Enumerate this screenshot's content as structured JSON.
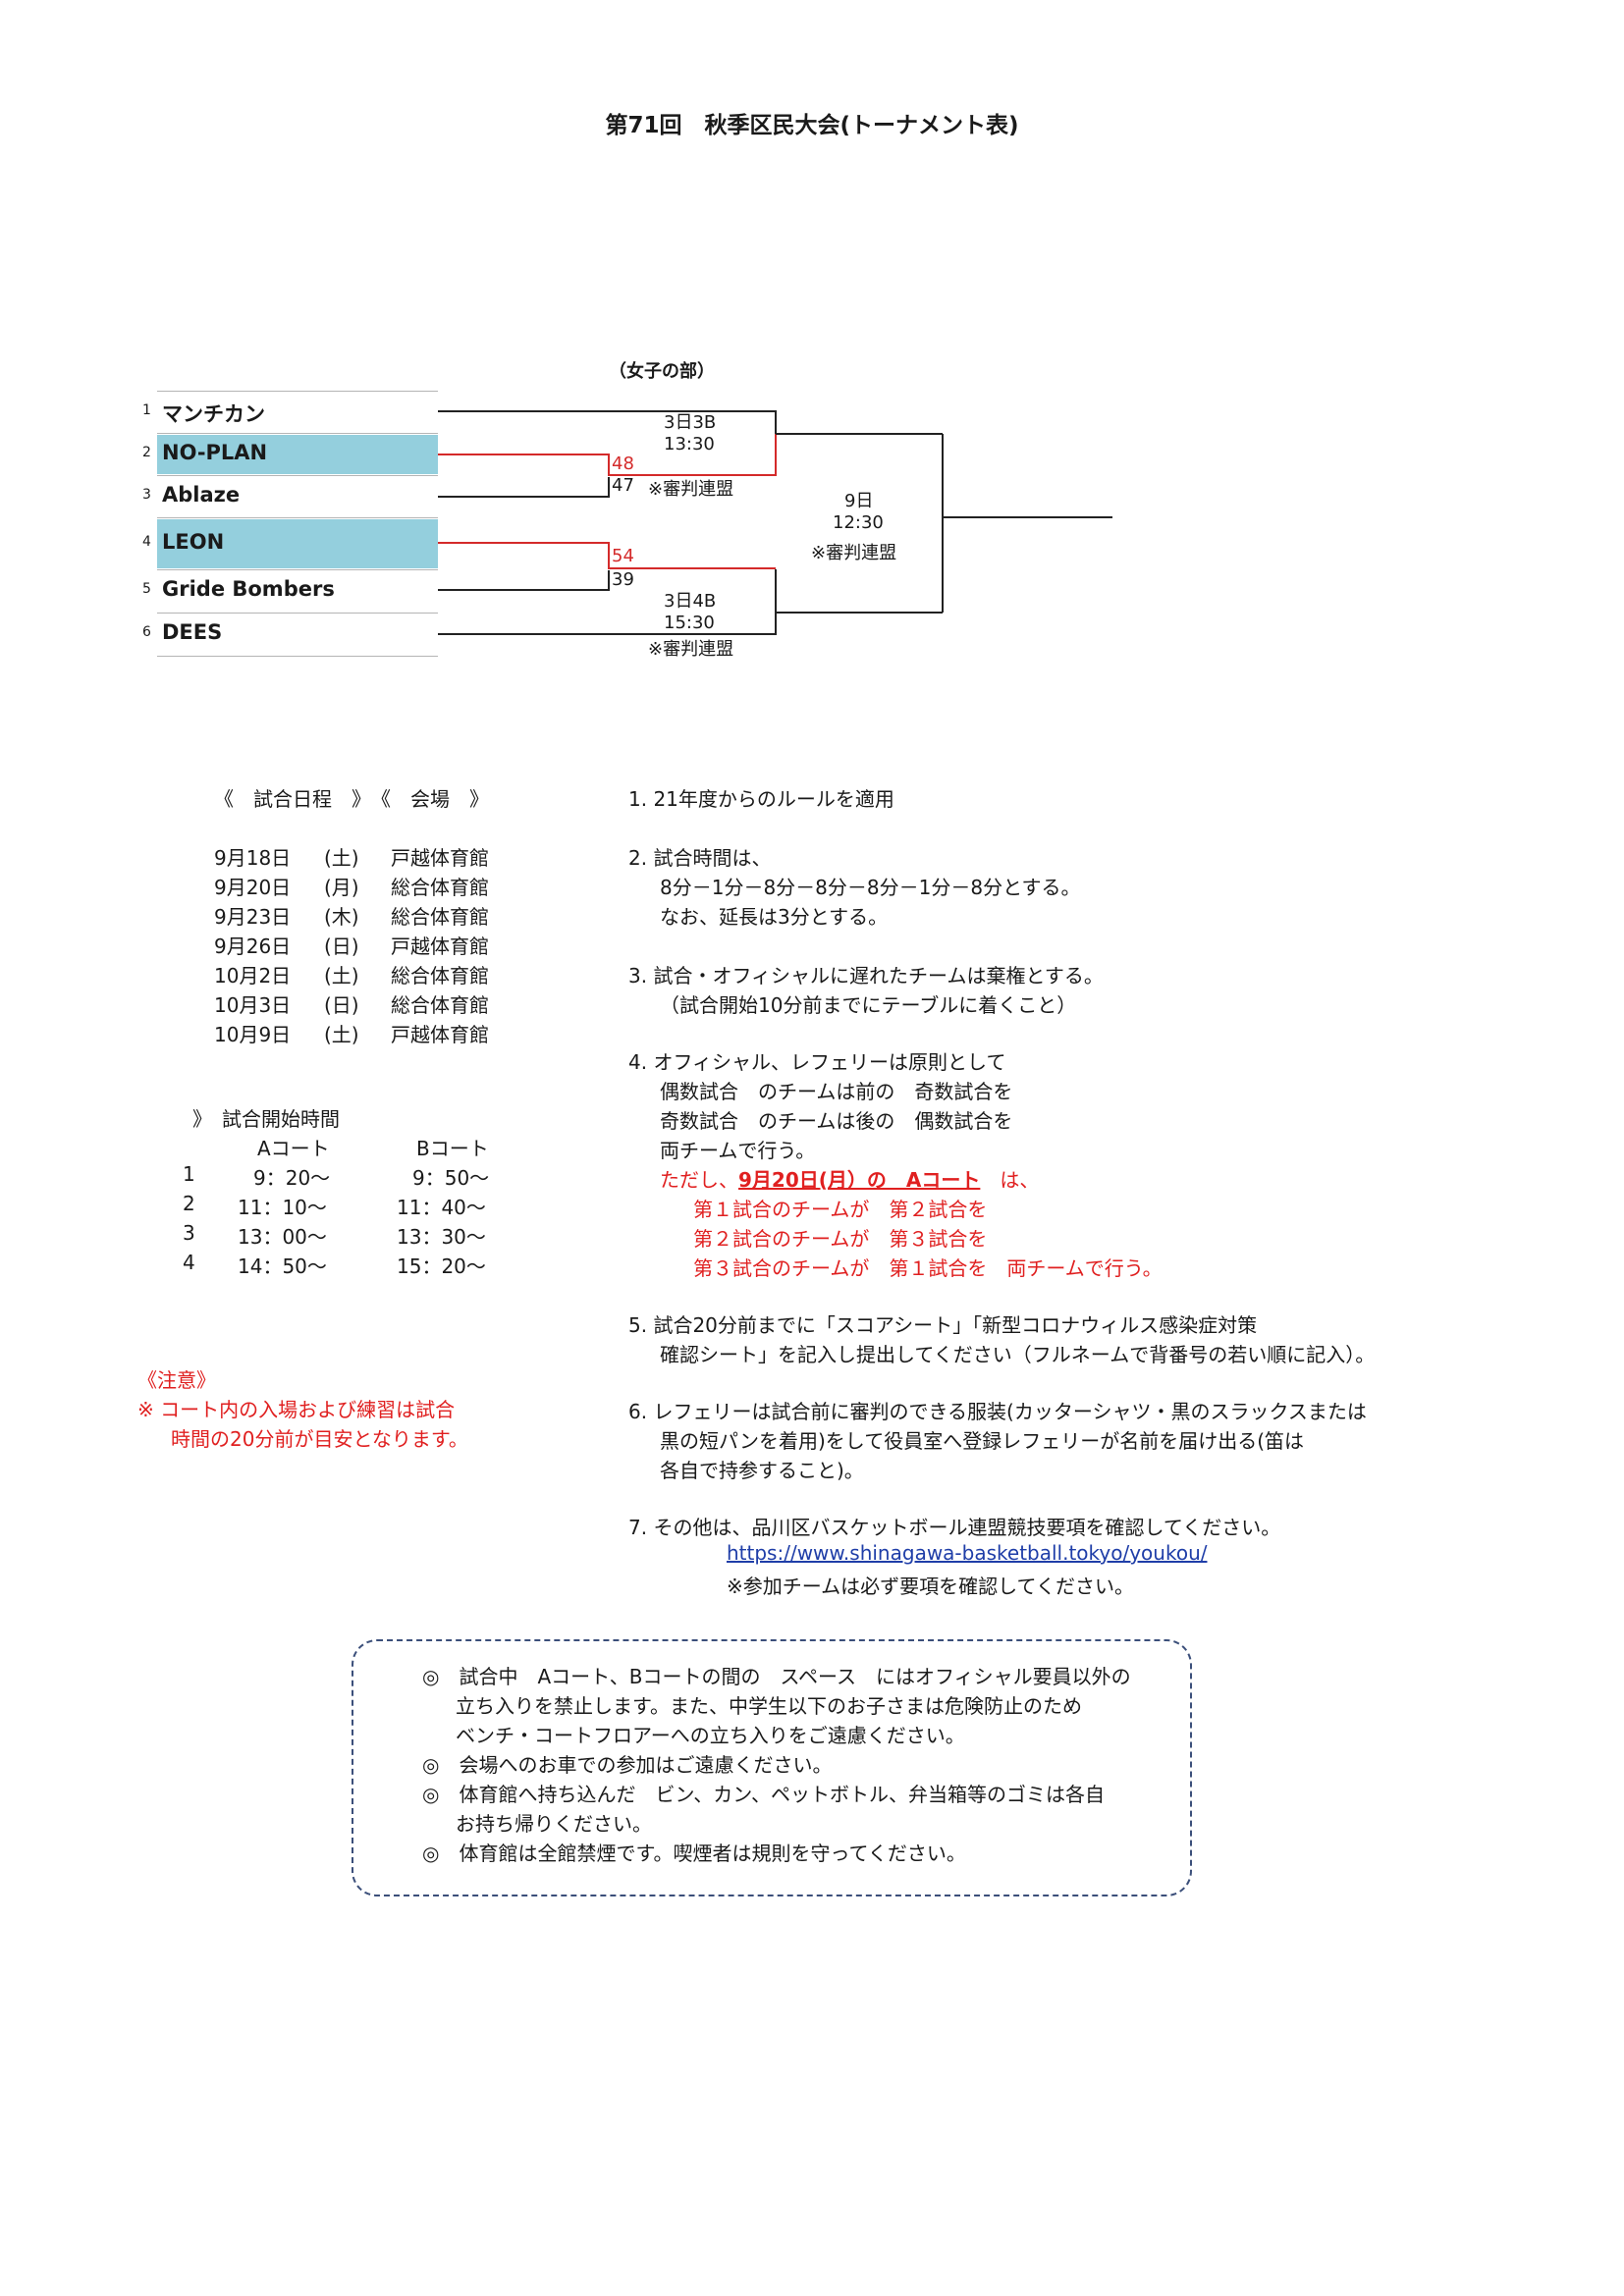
{
  "title": "第71回　秋季区民大会(トーナメント表)",
  "division": "（女子の部）",
  "teams": [
    {
      "num": "1",
      "name": "マンチカン",
      "highlight": false
    },
    {
      "num": "2",
      "name": "NO-PLAN",
      "highlight": true
    },
    {
      "num": "3",
      "name": "Ablaze",
      "highlight": false
    },
    {
      "num": "4",
      "name": "LEON",
      "highlight": true
    },
    {
      "num": "5",
      "name": "Gride Bombers",
      "highlight": false
    },
    {
      "num": "6",
      "name": "DEES",
      "highlight": false
    }
  ],
  "bracket": {
    "m1": {
      "day": "3日3B",
      "time": "13:30",
      "ref": "※審判連盟"
    },
    "m1_scores": {
      "winner": "48",
      "loser": "47"
    },
    "m2_scores": {
      "winner": "54",
      "loser": "39"
    },
    "m2": {
      "day": "3日4B",
      "time": "15:30",
      "ref": "※審判連盟"
    },
    "final": {
      "day": "9日",
      "time": "12:30",
      "ref": "※審判連盟"
    },
    "colors": {
      "winner_line": "#d42a2a",
      "line": "#222222"
    }
  },
  "schedule": {
    "header": "《　試合日程　》　《　会場　》",
    "rows": [
      {
        "date": "9月18日",
        "dow": "(土)",
        "venue": "戸越体育館"
      },
      {
        "date": "9月20日",
        "dow": "(月)",
        "venue": "総合体育館"
      },
      {
        "date": "9月23日",
        "dow": "(木)",
        "venue": "総合体育館"
      },
      {
        "date": "9月26日",
        "dow": "(日)",
        "venue": "戸越体育館"
      },
      {
        "date": "10月2日",
        "dow": "(土)",
        "venue": "総合体育館"
      },
      {
        "date": "10月3日",
        "dow": "(日)",
        "venue": "総合体育館"
      },
      {
        "date": "10月9日",
        "dow": "(土)",
        "venue": "戸越体育館"
      }
    ]
  },
  "start_times": {
    "bracket_char": "》",
    "header": "試合開始時間",
    "col_a": "Aコート",
    "col_b": "Bコート",
    "rows": [
      {
        "n": "1",
        "a": "9：20～",
        "b": "9：50～"
      },
      {
        "n": "2",
        "a": "11：10～",
        "b": "11：40～"
      },
      {
        "n": "3",
        "a": "13：00～",
        "b": "13：30～"
      },
      {
        "n": "4",
        "a": "14：50～",
        "b": "15：20～"
      }
    ]
  },
  "caution": {
    "title": "《注意》",
    "line1": "※ コート内の入場および練習は試合",
    "line2": "時間の20分前が目安となります。"
  },
  "rules": {
    "r1": "1. 21年度からのルールを適用",
    "r2_a": "2. 試合時間は、",
    "r2_b": "8分－1分－8分－8分－8分－1分－8分とする。",
    "r2_c": "なお、延長は3分とする。",
    "r3_a": "3. 試合・オフィシャルに遅れたチームは棄権とする。",
    "r3_b": "（試合開始10分前までにテーブルに着くこと）",
    "r4_a": "4. オフィシャル、レフェリーは原則として",
    "r4_b": "偶数試合　のチームは前の　奇数試合を",
    "r4_c": "奇数試合　のチームは後の　偶数試合を",
    "r4_d": "両チームで行う。",
    "r4_e1": "ただし、",
    "r4_e2": "9月20日(月）の　Aコート",
    "r4_e3": "　は、",
    "r4_f": "第１試合のチームが　第２試合を",
    "r4_g": "第２試合のチームが　第３試合を",
    "r4_h": "第３試合のチームが　第１試合を　両チームで行う。",
    "r5_a": "5. 試合20分前までに「スコアシート」「新型コロナウィルス感染症対策",
    "r5_b": "確認シート」を記入し提出してください（フルネームで背番号の若い順に記入）。",
    "r6_a": "6. レフェリーは試合前に審判のできる服装(カッターシャツ・黒のスラックスまたは",
    "r6_b": "黒の短パンを着用)をして役員室へ登録レフェリーが名前を届け出る(笛は",
    "r6_c": "各自で持参すること)。",
    "r7_a": "7. その他は、品川区バスケットボール連盟競技要項を確認してください。",
    "r7_link": "https://www.shinagawa-basketball.tokyo/youkou/",
    "r7_c": "※参加チームは必ず要項を確認してください。"
  },
  "notices": {
    "n1_a": "◎　試合中　Aコート、Bコートの間の　スペース　にはオフィシャル要員以外の",
    "n1_b": "立ち入りを禁止します。また、中学生以下のお子さまは危険防止のため",
    "n1_c": "ベンチ・コートフロアーへの立ち入りをご遠慮ください。",
    "n2": "◎　会場へのお車での参加はご遠慮ください。",
    "n3_a": "◎　体育館へ持ち込んだ　ビン、カン、ペットボトル、弁当箱等のゴミは各自",
    "n3_b": "お持ち帰りください。",
    "n4": "◎　体育館は全館禁煙です。喫煙者は規則を守ってください。"
  }
}
